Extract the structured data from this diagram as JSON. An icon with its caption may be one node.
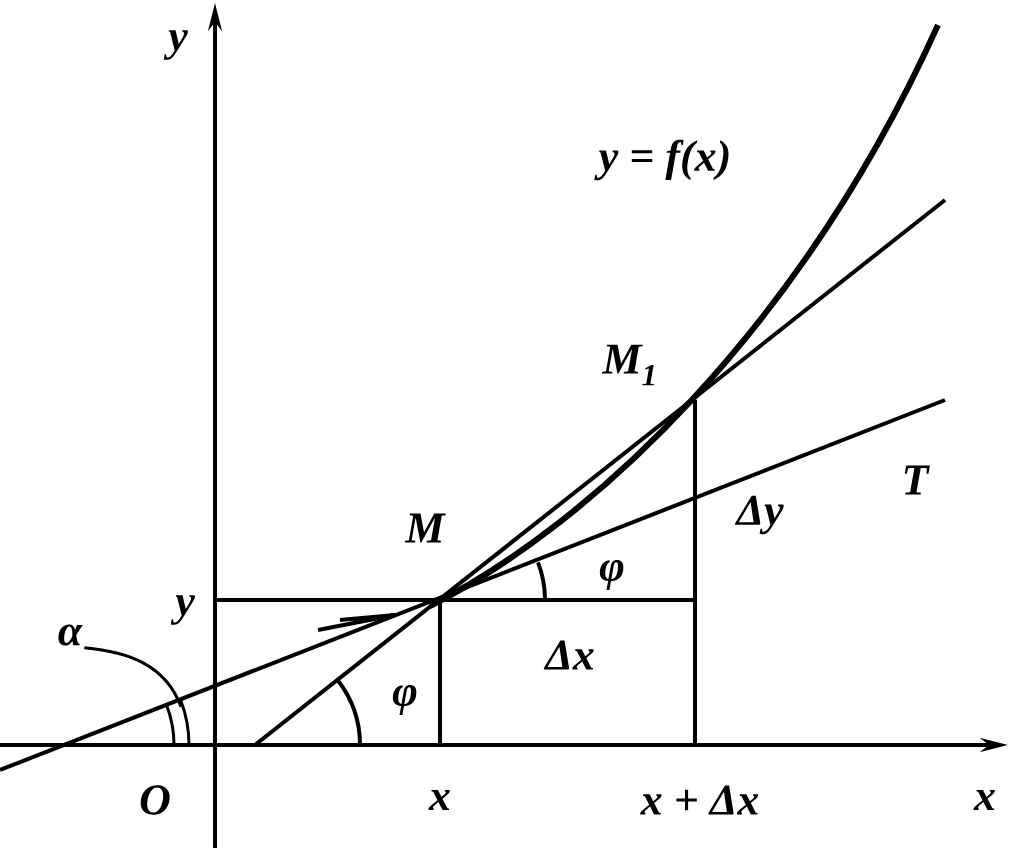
{
  "diagram": {
    "nodes": [
      {
        "text": [
          "α"
        ]
      },
      {
        "text": [],
        "shape": "arc"
      }
    ],
    "edges": [
      {
        "from": 0,
        "to": 1,
        "arrow": "none"
      }
    ],
    "labels": [
      "y",
      "y = f(x)",
      "M$_{1}$",
      "T",
      "M",
      "Δy",
      "y",
      "φ",
      "Δx",
      "φ",
      "O",
      "x",
      "x + Δx",
      "x"
    ]
  }
}
